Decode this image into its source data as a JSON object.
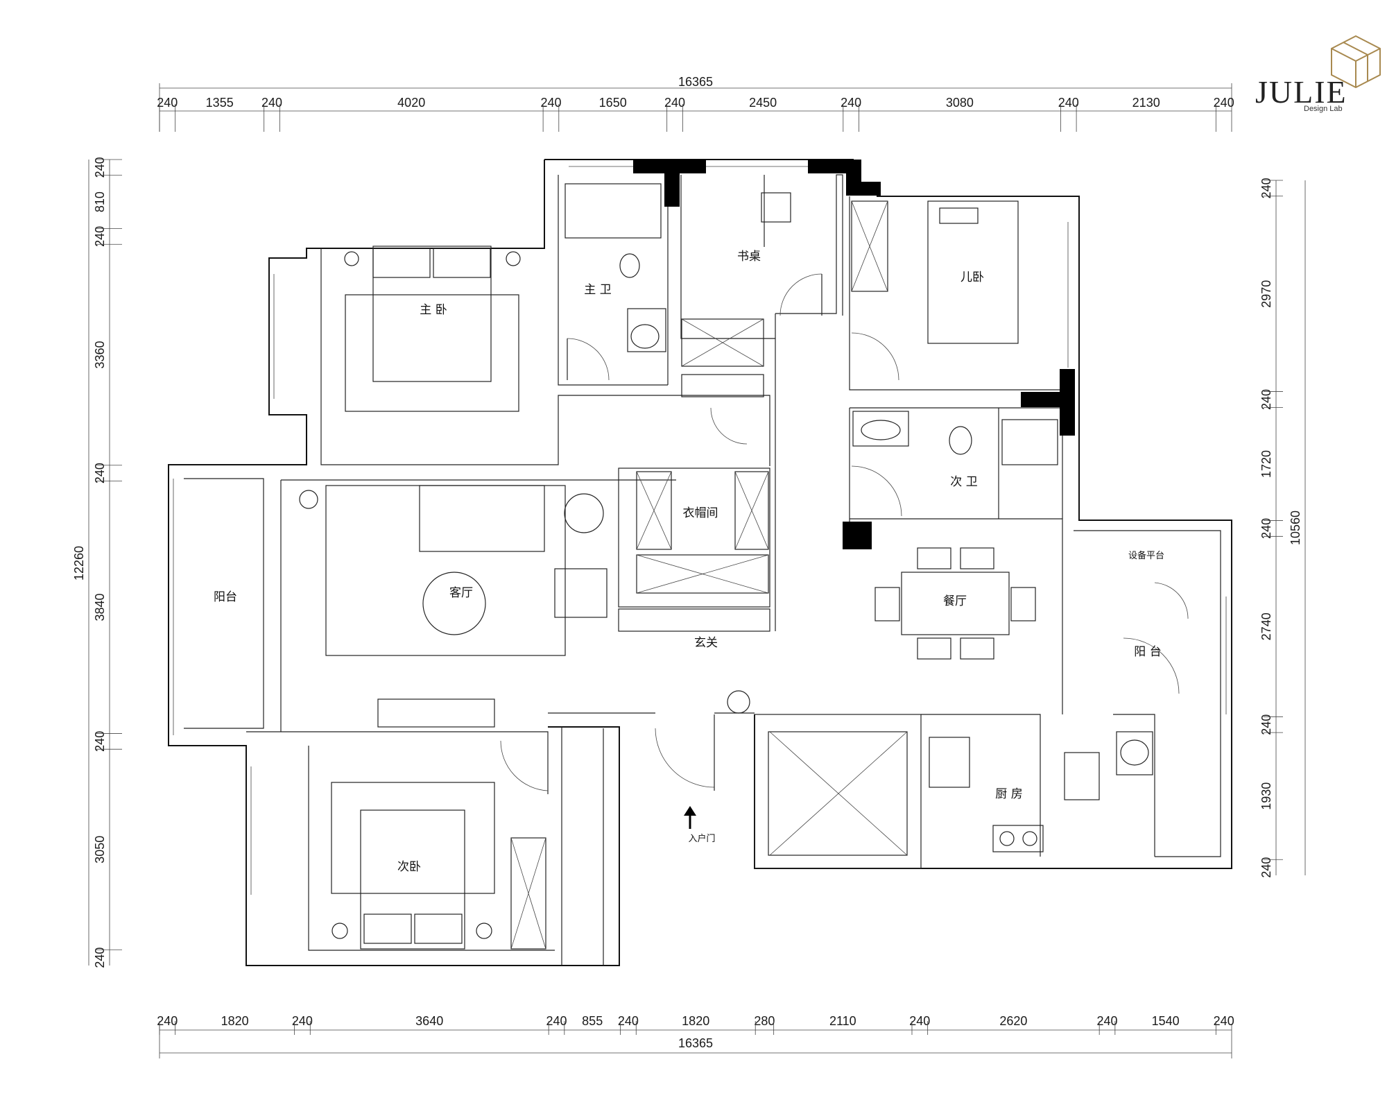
{
  "brand": {
    "name": "JULIE",
    "subtitle": "Design Lab",
    "accent": "#a8894f"
  },
  "dims": {
    "top_total": "16365",
    "top": [
      "240",
      "1355",
      "240",
      "4020",
      "240",
      "1650",
      "240",
      "2450",
      "240",
      "3080",
      "240",
      "2130",
      "240"
    ],
    "bottom": [
      "240",
      "1820",
      "240",
      "3640",
      "240",
      "855",
      "240",
      "1820",
      "280",
      "2110",
      "240",
      "2620",
      "240",
      "1540",
      "240"
    ],
    "bottom_total": "16365",
    "left_total": "12260",
    "left": [
      "240",
      "810",
      "240",
      "3360",
      "240",
      "3840",
      "240",
      "3050",
      "240"
    ],
    "right_total": "10560",
    "right": [
      "240",
      "2970",
      "240",
      "1720",
      "240",
      "2740",
      "240",
      "1930",
      "240"
    ]
  },
  "rooms": {
    "master_bedroom": "主 卧",
    "master_bath": "主 卫",
    "study": "书桌",
    "kids_room": "儿卧",
    "second_bath": "次 卫",
    "closet": "衣帽间",
    "living_room": "客厅",
    "west_balcony": "阳台",
    "dining": "餐厅",
    "equipment_platform": "设备平台",
    "east_balcony": "阳 台",
    "foyer": "玄关",
    "entry_door": "入户门",
    "second_bedroom": "次卧",
    "kitchen": "厨 房"
  },
  "icons": {
    "logo": "julie-cube-logo",
    "entry_arrow": "arrow-up-icon"
  }
}
